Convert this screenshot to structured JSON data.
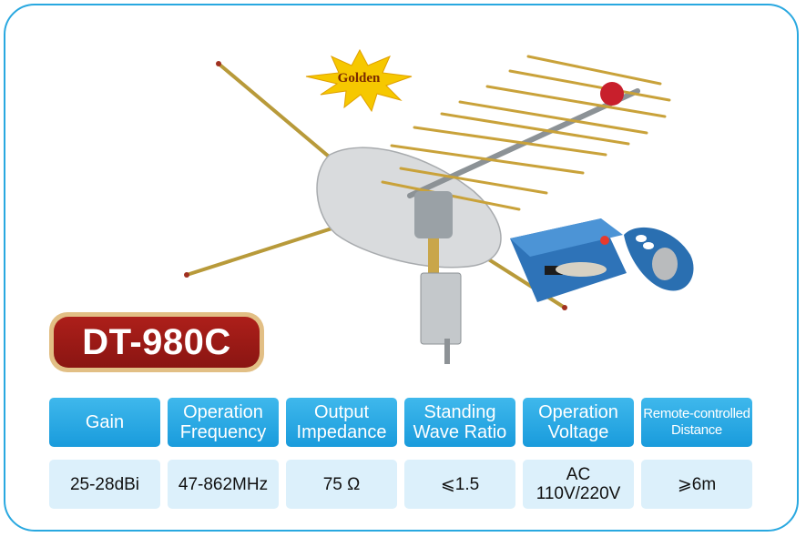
{
  "badge": {
    "golden_text": "Golden"
  },
  "model": {
    "name": "DT-980C"
  },
  "specs": [
    {
      "header": "Gain",
      "value": "25-28dBi"
    },
    {
      "header": "Operation Frequency",
      "value": "47-862MHz"
    },
    {
      "header": "Output Impedance",
      "value": "75 Ω"
    },
    {
      "header": "Standing Wave Ratio",
      "value": "⩽1.5"
    },
    {
      "header": "Operation Voltage",
      "value": "AC 110V/220V"
    },
    {
      "header": "Remote-controlled Distance",
      "value": "⩾6m"
    }
  ],
  "colors": {
    "frame": "#29a8e0",
    "header_bg": "#199bdc",
    "value_bg": "#dcf0fb",
    "model_bg": "#9a1a15",
    "model_border": "#e2bf85",
    "star": "#f6c800"
  }
}
